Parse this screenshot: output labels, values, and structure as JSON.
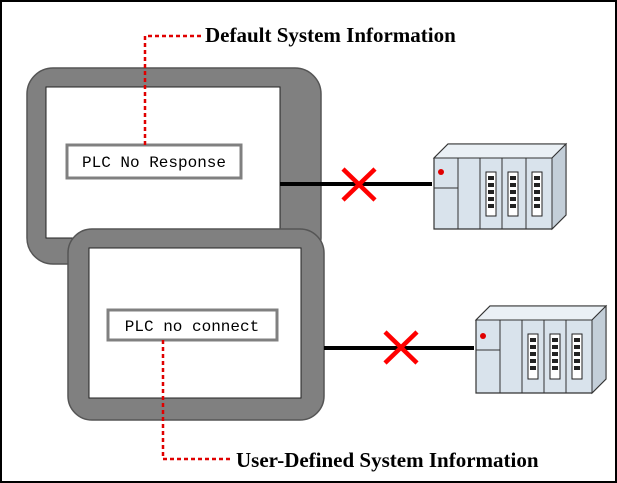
{
  "labels": {
    "default_title": "Default System Information",
    "user_title": "User-Defined System Information"
  },
  "hmi_top": {
    "message": "PLC No Response"
  },
  "hmi_bottom": {
    "message": "PLC no connect"
  },
  "colors": {
    "frame_border": "#000000",
    "hmi_bezel": "#808080",
    "hmi_bezel_edge": "#555555",
    "leader_line": "#e00000",
    "disconnect_x": "#ff0000",
    "plc_fill": "#d9e3ec",
    "plc_stroke": "#333333",
    "plc_led": "#e00000"
  }
}
